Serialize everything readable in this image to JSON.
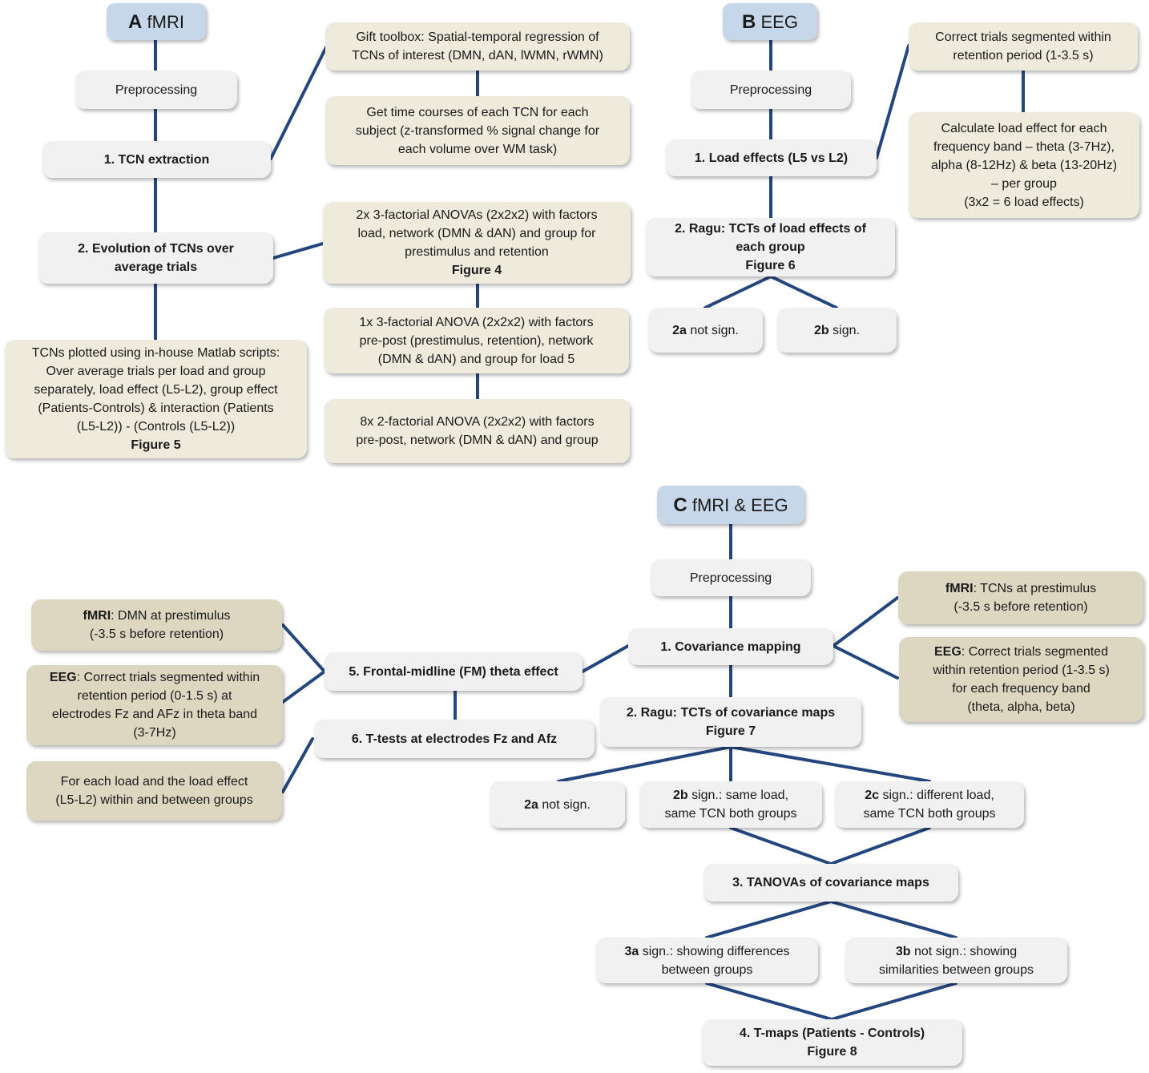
{
  "colors": {
    "line": "#24467f",
    "header": "#c6d7ea",
    "grey_box": "#f1f1f1",
    "beige_box": "#eeeadc",
    "tan_box": "#ddd6c0"
  },
  "panel_a": {
    "letter": "A",
    "title": "fMRI",
    "preprocessing": "Preprocessing",
    "step1": "1. TCN extraction",
    "gift": [
      "Gift toolbox: Spatial-temporal regression of",
      "TCNs of interest (DMN, dAN, lWMN, rWMN)"
    ],
    "timecourses": [
      "Get time courses of each TCN for each",
      "subject (z-transformed % signal change for",
      "each volume over WM task)"
    ],
    "step2": [
      "2. Evolution of TCNs over",
      "average trials"
    ],
    "anova1": [
      "2x 3-factorial ANOVAs (2x2x2) with factors",
      "load, network (DMN & dAN) and group for",
      "prestimulus and retention"
    ],
    "anova1_figure": "Figure 4",
    "anova2": [
      "1x 3-factorial ANOVA (2x2x2) with factors",
      "pre-post (prestimulus, retention), network",
      "(DMN & dAN) and group for load 5"
    ],
    "anova3": [
      "8x 2-factorial ANOVA (2x2x2) with factors",
      "pre-post, network (DMN & dAN) and group"
    ],
    "plotted": [
      "TCNs plotted using in-house Matlab scripts:",
      "Over average trials per load and group",
      "separately,  load effect (L5-L2), group effect",
      "(Patients-Controls) & interaction (Patients",
      "(L5-L2)) - (Controls (L5-L2))"
    ],
    "plotted_figure": "Figure 5"
  },
  "panel_b": {
    "letter": "B",
    "title": "EEG",
    "preprocessing": "Preprocessing",
    "step1": "1. Load effects (L5 vs L2)",
    "segmented": [
      "Correct trials segmented within",
      "retention period (1-3.5 s)"
    ],
    "calc": [
      "Calculate load effect for each",
      "frequency band – theta (3-7Hz),",
      "alpha (8-12Hz) & beta (13-20Hz)",
      "–  per group",
      "(3x2 = 6 load effects)"
    ],
    "step2": [
      "2. Ragu: TCTs of load effects of",
      "each group"
    ],
    "step2_figure": "Figure 6",
    "r2a_bold": "2a",
    "r2a_text": " not sign.",
    "r2b_bold": "2b",
    "r2b_text": " sign."
  },
  "panel_c": {
    "letter": "C",
    "title": "fMRI & EEG",
    "preprocessing": "Preprocessing",
    "step1": "1. Covariance mapping",
    "fmri_bold": "fMRI",
    "fmri_text": ": TCNs at prestimulus",
    "fmri_line2": "(-3.5 s before retention)",
    "eeg_bold": "EEG",
    "eeg_text": ": Correct trials segmented",
    "eeg_lines": [
      "within retention period (1-3.5 s)",
      "for each frequency band",
      "(theta, alpha, beta)"
    ],
    "step2": "2. Ragu: TCTs of covariance maps",
    "step2_figure": "Figure 7",
    "r2a_bold": "2a",
    "r2a_text": " not sign.",
    "r2b_bold": "2b",
    "r2b_text": " sign.: same load,",
    "r2b_line2": "same TCN both groups",
    "r2c_bold": "2c",
    "r2c_text": " sign.: different load,",
    "r2c_line2": "same TCN both groups",
    "step3": "3. TANOVAs of covariance maps",
    "r3a_bold": "3a",
    "r3a_text": " sign.: showing differences",
    "r3a_line2": "between groups",
    "r3b_bold": "3b",
    "r3b_text": " not sign.: showing",
    "r3b_line2": "similarities between groups",
    "step4": "4. T-maps (Patients - Controls)",
    "step4_figure": "Figure 8",
    "step5": "5. Frontal-midline (FM) theta effect",
    "step6": "6. T-tests at electrodes Fz and Afz",
    "left_fmri_bold": "fMRI",
    "left_fmri_text": ": DMN at prestimulus",
    "left_fmri_line2": "(-3.5 s before retention)",
    "left_eeg_bold": "EEG",
    "left_eeg_text": ": Correct trials segmented within",
    "left_eeg_lines": [
      "retention period (0-1.5 s) at",
      "electrodes Fz and AFz in theta band",
      "(3-7Hz)"
    ],
    "each_load": [
      "For each load and the load effect",
      "(L5-L2) within and between groups"
    ]
  }
}
